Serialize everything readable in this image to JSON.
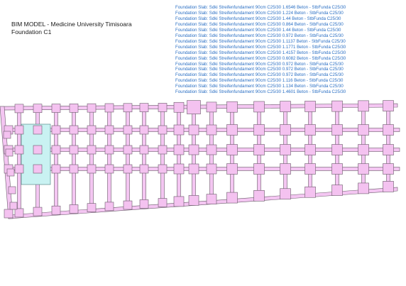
{
  "header": {
    "title_line1": "BIM MODEL - Medicine University Timisoara",
    "title_line2": "Foundation C1"
  },
  "legend": {
    "lines": [
      "Foundation Slab: Sdki Streifenfundament 90cm C25/30 1.6546 Beton - StbFunda C25/30",
      "Foundation Slab: Sdki Streifenfundament 90cm C25/30 1.224 Beton - StbFunda C25/30",
      "Foundation Slab: Sdki Streifenfundament 90cm C25/30 1.44        Beton - StbFunda C25/30",
      "Foundation Slab: Sdki Streifenfundament 90cm C25/30 0.864 Beton - StbFunda C25/30",
      "Foundation Slab: Sdki Streifenfundament 90cm C25/30 1.44        Beton - StbFunda C25/30",
      "Foundation Slab: Sdki Streifenfundament 90cm C25/30 0.972 Beton - StbFunda C25/30",
      "Foundation Slab: Sdki Streifenfundament 90cm C25/30 1.1137 Beton - StbFunda C25/30",
      "Foundation Slab: Sdki Streifenfundament 90cm C25/30 1.1771 Beton - StbFunda C25/30",
      "Foundation Slab: Sdki Streifenfundament 90cm C25/30 1.4157 Beton - StbFunda C25/30",
      "Foundation Slab: Sdki Streifenfundament 90cm C25/30 0.6082 Beton - StbFunda C25/30",
      "Foundation Slab: Sdki Streifenfundament 90cm C25/30 0.972 Beton - StbFunda C25/30",
      "Foundation Slab: Sdki Streifenfundament 90cm C25/30 0.972 Beton - StbFunda C25/30",
      "Foundation Slab: Sdki Streifenfundament 90cm C25/30 0.972 Beton - StbFunda C25/30",
      "Foundation Slab: Sdki Streifenfundament 90cm C25/30 1.116 Beton - StbFunda C25/30",
      "Foundation Slab: Sdki Streifenfundament 90cm C25/30 1.134 Beton - StbFunda C25/30",
      "Foundation Slab: Sdki Streifenfundament 90cm C25/30 1.4601 Beton - StbFunda C25/30"
    ]
  },
  "colors": {
    "footing_fill": "#f4c2f0",
    "footing_stroke": "#6a5a6a",
    "beam_fill": "#f4c6f2",
    "raft_fill": "#c9f2f2",
    "legend_text": "#2a6fc4"
  }
}
